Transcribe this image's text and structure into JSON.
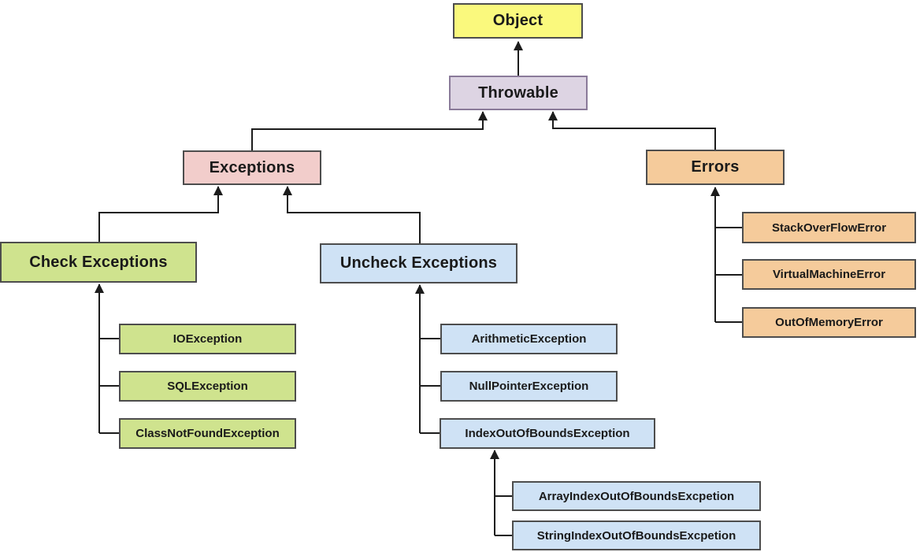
{
  "diagram": {
    "type": "hierarchy",
    "palette": {
      "yellow": "#FAF97D",
      "lavender": "#DDD4E3",
      "pink": "#F2CDCB",
      "orange": "#F5CB9B",
      "green": "#CFE38E",
      "blue": "#CFE2F5",
      "line": "#1c1c1c",
      "border": "#4d4d4d"
    },
    "nodes": {
      "object": {
        "label": "Object",
        "fill": "#FAF97D"
      },
      "throwable": {
        "label": "Throwable",
        "fill": "#DDD4E3"
      },
      "exceptions": {
        "label": "Exceptions",
        "fill": "#F2CDCB"
      },
      "errors": {
        "label": "Errors",
        "fill": "#F5CB9B"
      },
      "check": {
        "label": "Check Exceptions",
        "fill": "#CFE38E"
      },
      "uncheck": {
        "label": "Uncheck Exceptions",
        "fill": "#CFE2F5"
      },
      "io": {
        "label": "IOException",
        "fill": "#CFE38E"
      },
      "sql": {
        "label": "SQLException",
        "fill": "#CFE38E"
      },
      "cnf": {
        "label": "ClassNotFoundException",
        "fill": "#CFE38E"
      },
      "arith": {
        "label": "ArithmeticException",
        "fill": "#CFE2F5"
      },
      "np": {
        "label": "NullPointerException",
        "fill": "#CFE2F5"
      },
      "ioob": {
        "label": "IndexOutOfBoundsException",
        "fill": "#CFE2F5"
      },
      "aioob": {
        "label": "ArrayIndexOutOfBoundsExcpetion",
        "fill": "#CFE2F5"
      },
      "sioob": {
        "label": "StringIndexOutOfBoundsExcpetion",
        "fill": "#CFE2F5"
      },
      "sofe": {
        "label": "StackOverFlowError",
        "fill": "#F5CB9B"
      },
      "vme": {
        "label": "VirtualMachineError",
        "fill": "#F5CB9B"
      },
      "oome": {
        "label": "OutOfMemoryError",
        "fill": "#F5CB9B"
      }
    },
    "relations": [
      {
        "from": "Throwable",
        "to": "Object"
      },
      {
        "from": "Exceptions",
        "to": "Throwable"
      },
      {
        "from": "Errors",
        "to": "Throwable"
      },
      {
        "from": "Check Exceptions",
        "to": "Exceptions"
      },
      {
        "from": "Uncheck Exceptions",
        "to": "Exceptions"
      },
      {
        "from": "IOException",
        "to": "Check Exceptions"
      },
      {
        "from": "SQLException",
        "to": "Check Exceptions"
      },
      {
        "from": "ClassNotFoundException",
        "to": "Check Exceptions"
      },
      {
        "from": "ArithmeticException",
        "to": "Uncheck Exceptions"
      },
      {
        "from": "NullPointerException",
        "to": "Uncheck Exceptions"
      },
      {
        "from": "IndexOutOfBoundsException",
        "to": "Uncheck Exceptions"
      },
      {
        "from": "ArrayIndexOutOfBoundsExcpetion",
        "to": "IndexOutOfBoundsException"
      },
      {
        "from": "StringIndexOutOfBoundsExcpetion",
        "to": "IndexOutOfBoundsException"
      },
      {
        "from": "StackOverFlowError",
        "to": "Errors"
      },
      {
        "from": "VirtualMachineError",
        "to": "Errors"
      },
      {
        "from": "OutOfMemoryError",
        "to": "Errors"
      }
    ]
  }
}
